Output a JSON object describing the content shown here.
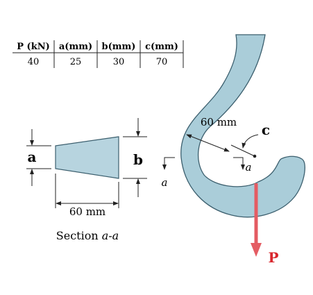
{
  "table": {
    "headers": [
      "P (kN)",
      "a(mm)",
      "b(mm)",
      "c(mm)"
    ],
    "values": [
      "40",
      "25",
      "30",
      "70"
    ]
  },
  "section": {
    "label_a": "a",
    "label_b": "b",
    "width_label": "60 mm",
    "caption_prefix": "Section ",
    "caption_var": "a-a"
  },
  "hook": {
    "dimension_label": "60 mm",
    "c_label": "c",
    "cut_label_left": "a",
    "cut_label_right": "a",
    "load_label": "P"
  },
  "colors": {
    "hook_fill": "#aacdd9",
    "hook_stroke": "#3c5f6e",
    "load_arrow": "#e45c63",
    "load_text": "#d9272e",
    "section_fill": "#b7d4df"
  }
}
